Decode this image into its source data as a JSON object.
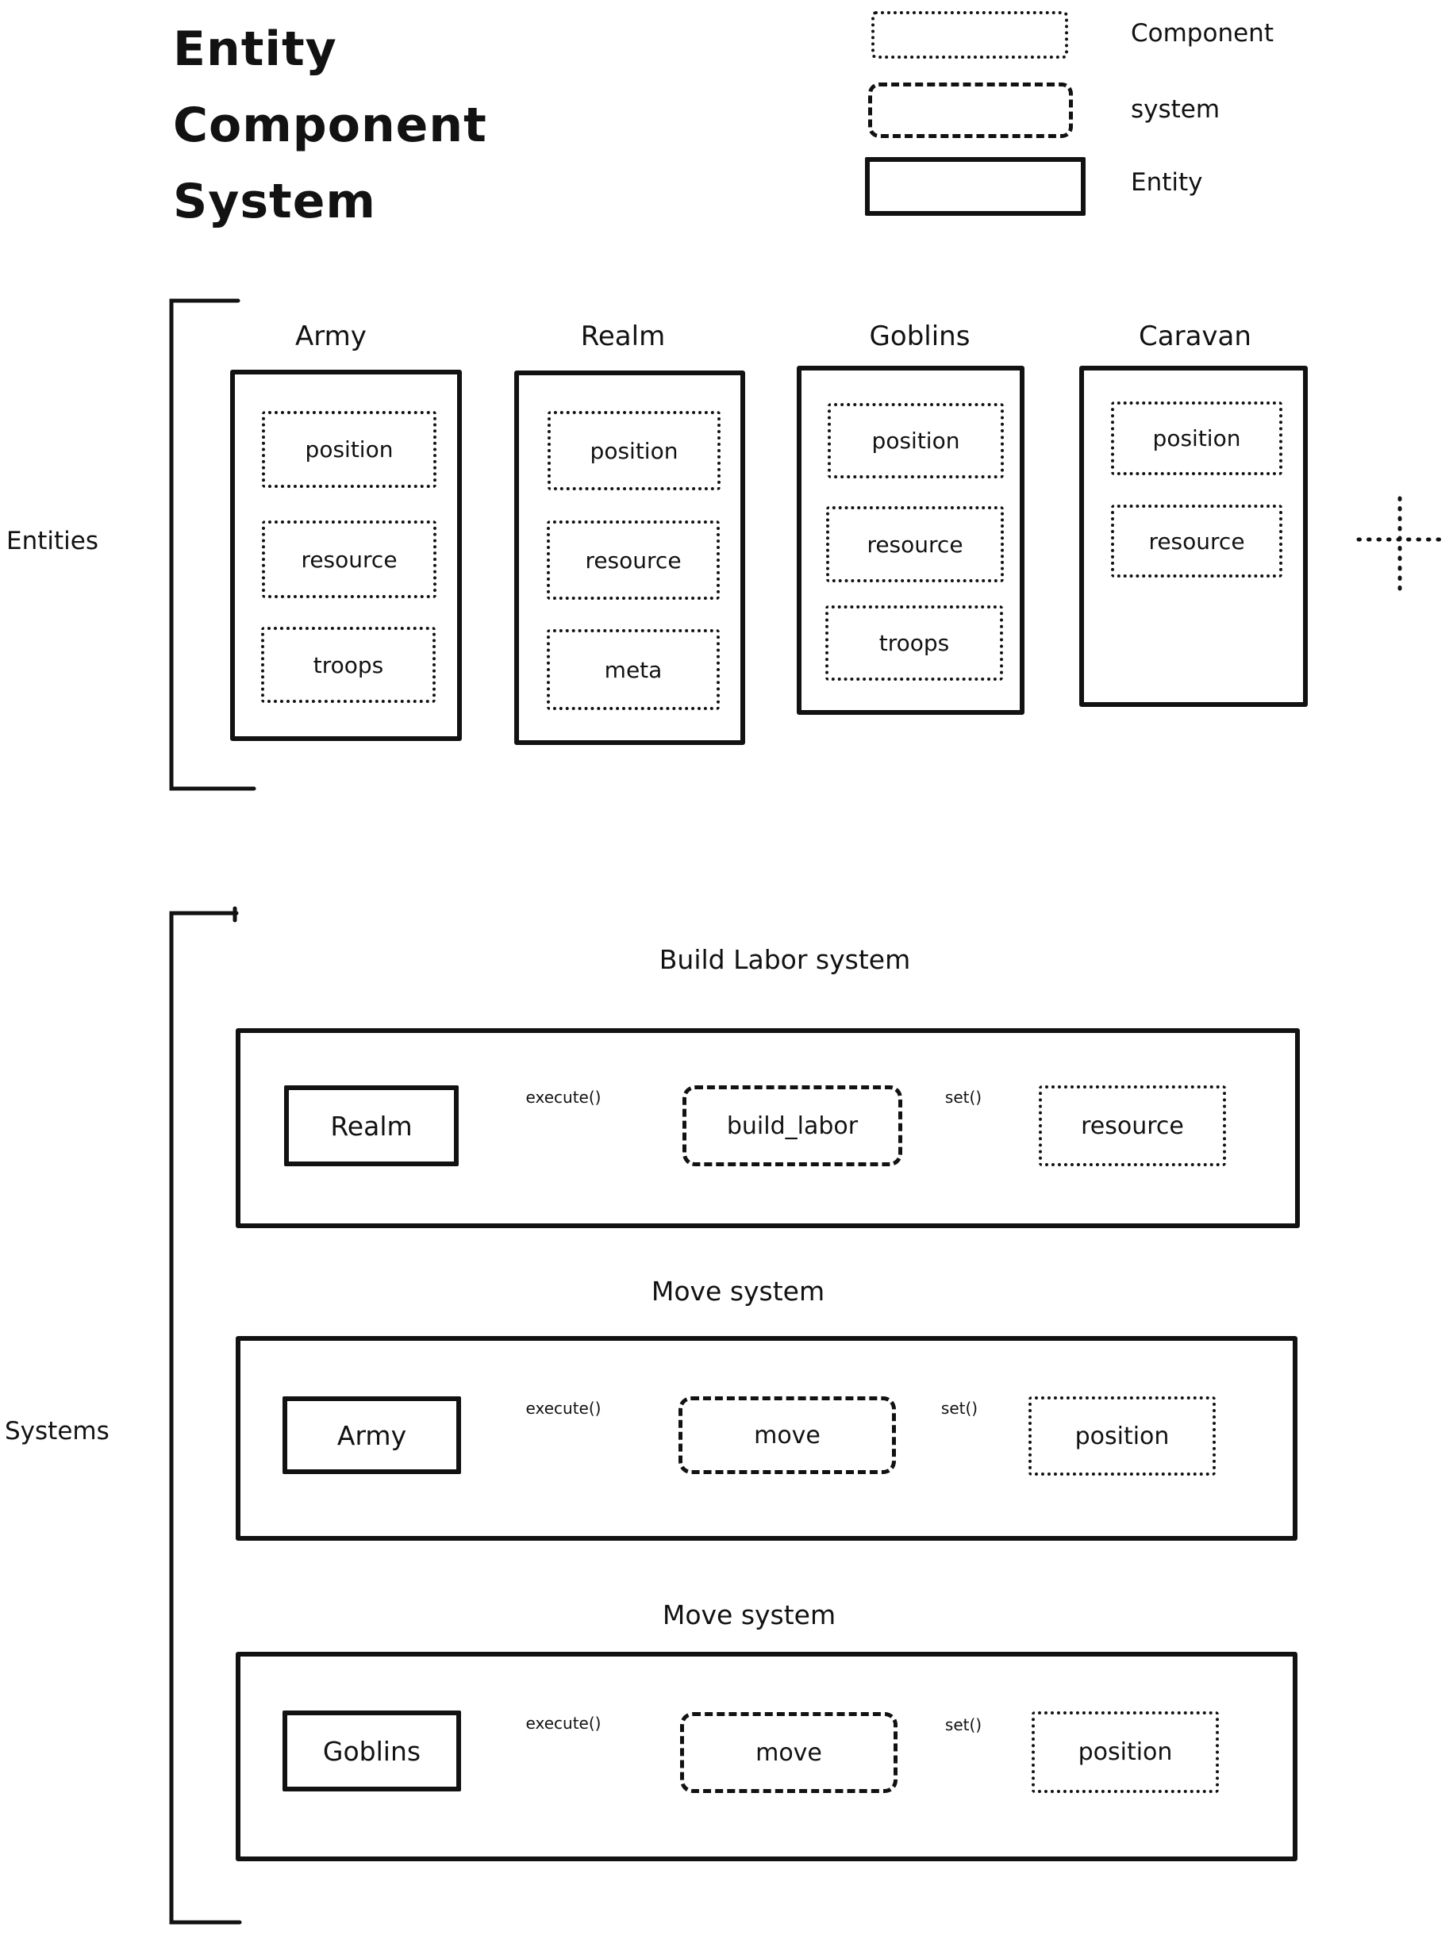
{
  "title": {
    "lines": [
      "Entity",
      "Component",
      "System"
    ]
  },
  "legend": {
    "items": [
      {
        "label": "Component",
        "style": "dotted"
      },
      {
        "label": "system",
        "style": "dashed"
      },
      {
        "label": "Entity",
        "style": "solid"
      }
    ]
  },
  "entities_section": {
    "label": "Entities",
    "more_indicator": "+",
    "entities": [
      {
        "name": "Army",
        "components": [
          "position",
          "resource",
          "troops"
        ]
      },
      {
        "name": "Realm",
        "components": [
          "position",
          "resource",
          "meta"
        ]
      },
      {
        "name": "Goblins",
        "components": [
          "position",
          "resource",
          "troops"
        ]
      },
      {
        "name": "Caravan",
        "components": [
          "position",
          "resource"
        ]
      }
    ]
  },
  "systems_section": {
    "label": "Systems",
    "systems": [
      {
        "title": "Build Labor system",
        "entity": "Realm",
        "call_label": "execute()",
        "fn": "build_labor",
        "set_label": "set()",
        "component": "resource"
      },
      {
        "title": "Move system",
        "entity": "Army",
        "call_label": "execute()",
        "fn": "move",
        "set_label": "set()",
        "component": "position"
      },
      {
        "title": "Move system",
        "entity": "Goblins",
        "call_label": "execute()",
        "fn": "move",
        "set_label": "set()",
        "component": "position"
      }
    ]
  },
  "colors": {
    "ink": "#121212",
    "background": "#ffffff"
  }
}
